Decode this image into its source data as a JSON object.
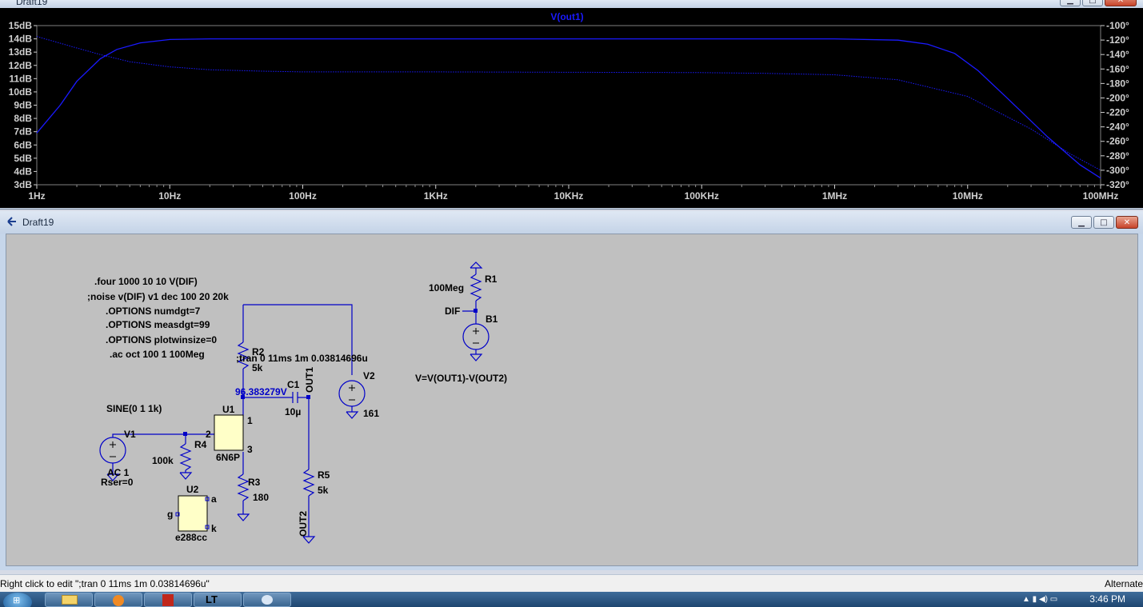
{
  "plot_window": {
    "title": "Draft19",
    "trace_label": "V(out1)",
    "chart_data": {
      "type": "line",
      "title": "V(out1)",
      "x_scale": "log",
      "xlim": [
        1,
        100000000
      ],
      "x_ticks": [
        {
          "value": 1,
          "label": "1Hz"
        },
        {
          "value": 10,
          "label": "10Hz"
        },
        {
          "value": 100,
          "label": "100Hz"
        },
        {
          "value": 1000,
          "label": "1KHz"
        },
        {
          "value": 10000,
          "label": "10KHz"
        },
        {
          "value": 100000,
          "label": "100KHz"
        },
        {
          "value": 1000000,
          "label": "1MHz"
        },
        {
          "value": 10000000,
          "label": "10MHz"
        },
        {
          "value": 100000000,
          "label": "100MHz"
        }
      ],
      "ylim_left": [
        3,
        15
      ],
      "y_ticks_left": [
        "3dB",
        "4dB",
        "5dB",
        "6dB",
        "7dB",
        "8dB",
        "9dB",
        "10dB",
        "11dB",
        "12dB",
        "13dB",
        "14dB",
        "15dB"
      ],
      "ylim_right": [
        -320,
        -100
      ],
      "y_ticks_right": [
        "-320°",
        "-300°",
        "-280°",
        "-260°",
        "-240°",
        "-220°",
        "-200°",
        "-180°",
        "-160°",
        "-140°",
        "-120°",
        "-100°"
      ],
      "series": [
        {
          "name": "magnitude",
          "axis": "left",
          "style": "solid",
          "x": [
            1,
            1.5,
            2,
            3,
            4,
            6,
            10,
            20,
            50,
            100,
            1000,
            100000,
            1000000,
            3000000,
            5000000,
            8000000,
            12000000,
            20000000,
            40000000,
            70000000,
            100000000
          ],
          "y": [
            6.9,
            9.0,
            10.8,
            12.5,
            13.2,
            13.7,
            13.95,
            14.0,
            14.0,
            14.0,
            14.0,
            14.0,
            14.0,
            13.9,
            13.6,
            12.9,
            11.6,
            9.5,
            6.6,
            4.5,
            3.5
          ]
        },
        {
          "name": "phase",
          "axis": "right",
          "style": "dotted",
          "x": [
            1,
            2,
            3,
            5,
            10,
            20,
            50,
            100,
            1000,
            100000,
            300000,
            1000000,
            3000000,
            10000000,
            30000000,
            60000000,
            100000000
          ],
          "y": [
            -115,
            -131,
            -140,
            -150,
            -157,
            -161,
            -163,
            -164,
            -164,
            -165,
            -166,
            -168,
            -175,
            -198,
            -243,
            -278,
            -300
          ]
        }
      ],
      "colors": {
        "background": "#000000",
        "trace": "#1a1aff",
        "axis_text": "#d0d0d0",
        "title": "#1a1aff"
      }
    }
  },
  "schematic_window": {
    "title": "Draft19",
    "directives": [
      ".four 1000 10 10 V(DIF)",
      ";noise v(DIF) v1 dec 100 20 20k",
      ".OPTIONS numdgt=7",
      ".OPTIONS measdgt=99",
      ".OPTIONS plotwinsize=0",
      ".ac oct 100 1 100Meg",
      ";tran 0 11ms 1m 0.03814696u"
    ],
    "components": {
      "r1_name": "R1",
      "r1_value": "100Meg",
      "b1_name": "B1",
      "b1_expr": "V=V(OUT1)-V(OUT2)",
      "dif_label": "DIF",
      "r2_name": "R2",
      "r2_value": "5k",
      "r3_name": "R3",
      "r3_value": "180",
      "r4_name": "R4",
      "r4_value": "100k",
      "r5_name": "R5",
      "r5_value": "5k",
      "c1_name": "C1",
      "c1_value": "10µ",
      "v1_name": "V1",
      "v1_source": "SINE(0 1 1k)",
      "v1_ac": "AC 1",
      "v1_rser": "Rser=0",
      "v2_name": "V2",
      "v2_value": "161",
      "u1_name": "U1",
      "u1_model": "6N6P",
      "u1_pin1": "1",
      "u1_pin2": "2",
      "u1_pin3": "3",
      "u2_name": "U2",
      "u2_model": "e288cc",
      "u2_pin_a": "a",
      "u2_pin_g": "g",
      "u2_pin_k": "k",
      "out1_label": "OUT1",
      "out2_label": "OUT2",
      "node_voltage": "96.383279V"
    }
  },
  "status_bar": {
    "left_text": "Right click to edit \";tran 0 11ms 1m 0.03814696u\"",
    "right_text": "Alternate"
  },
  "taskbar": {
    "clock": "3:46 PM"
  }
}
